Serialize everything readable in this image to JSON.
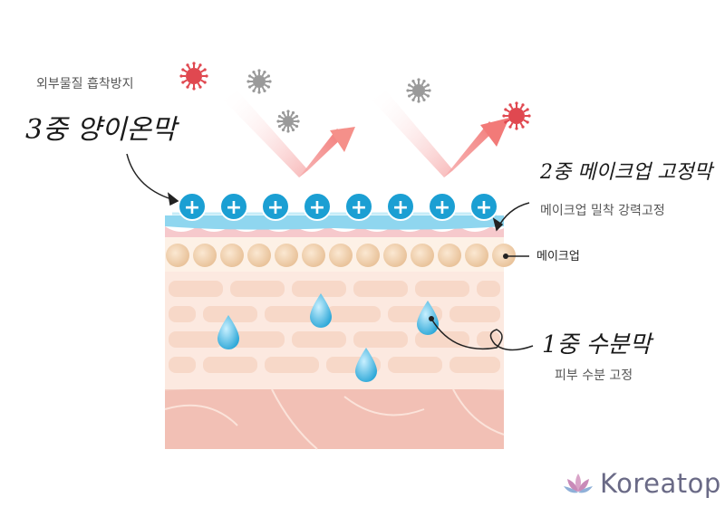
{
  "labels": {
    "top_small": "외부물질 흡착방지",
    "top_big": "3중 양이온막",
    "layer2_title": "2중 메이크업 고정막",
    "layer2_sub": "메이크업 밀착 강력고정",
    "makeup": "메이크업",
    "layer1_title": "1중 수분막",
    "layer1_sub": "피부 수분 고정"
  },
  "brand": {
    "name": "Koreatop"
  },
  "ions": {
    "count": 8,
    "symbol": "+"
  },
  "colors": {
    "ion": "#1b9fd3",
    "ion_film": "#8fd6ef",
    "pink_band": "#f6c9cc",
    "makeup_bead": "#f0d2b0",
    "skin_tile": "#f7d8c8",
    "skin_base": "#f2c0b5",
    "arrow": "#f27a78",
    "virus_red": "#e04850",
    "virus_gray": "#9a9a9a",
    "drop": "#3fb6e0",
    "brand": "#6a6a86"
  },
  "icons": [
    "virus-icon",
    "arrow-icon",
    "water-drop-icon",
    "lotus-logo-icon"
  ]
}
